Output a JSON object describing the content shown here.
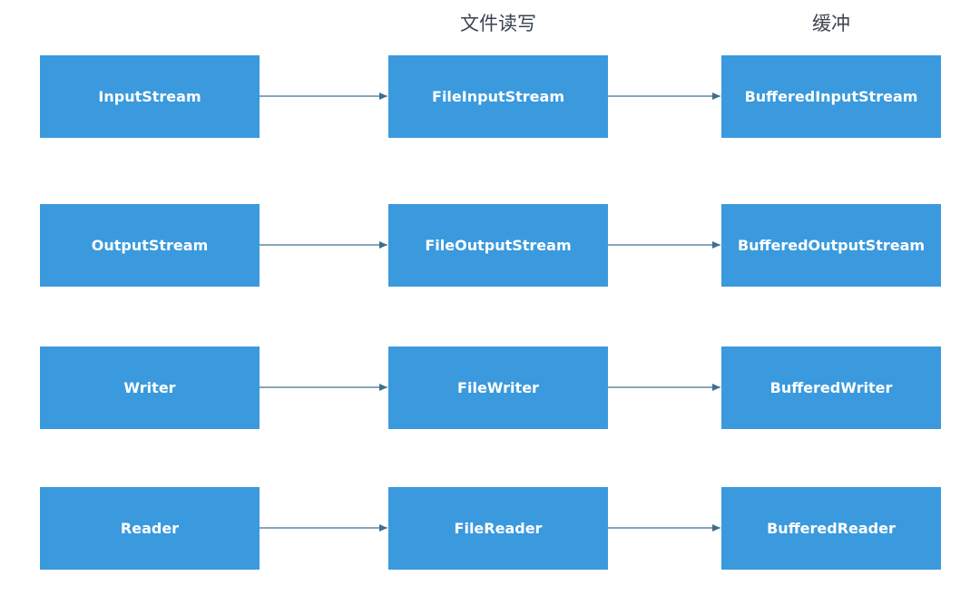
{
  "colors": {
    "node_fill": "#3a9add",
    "node_text": "#ffffff",
    "edge": "#3d6f8f",
    "header_text": "#3b4450"
  },
  "headers": {
    "file_io": "文件读写",
    "buffer": "缓冲"
  },
  "rows": [
    {
      "base": "InputStream",
      "file": "FileInputStream",
      "buffered": "BufferedInputStream"
    },
    {
      "base": "OutputStream",
      "file": "FileOutputStream",
      "buffered": "BufferedOutputStream"
    },
    {
      "base": "Writer",
      "file": "FileWriter",
      "buffered": "BufferedWriter"
    },
    {
      "base": "Reader",
      "file": "FileReader",
      "buffered": "BufferedReader"
    }
  ]
}
